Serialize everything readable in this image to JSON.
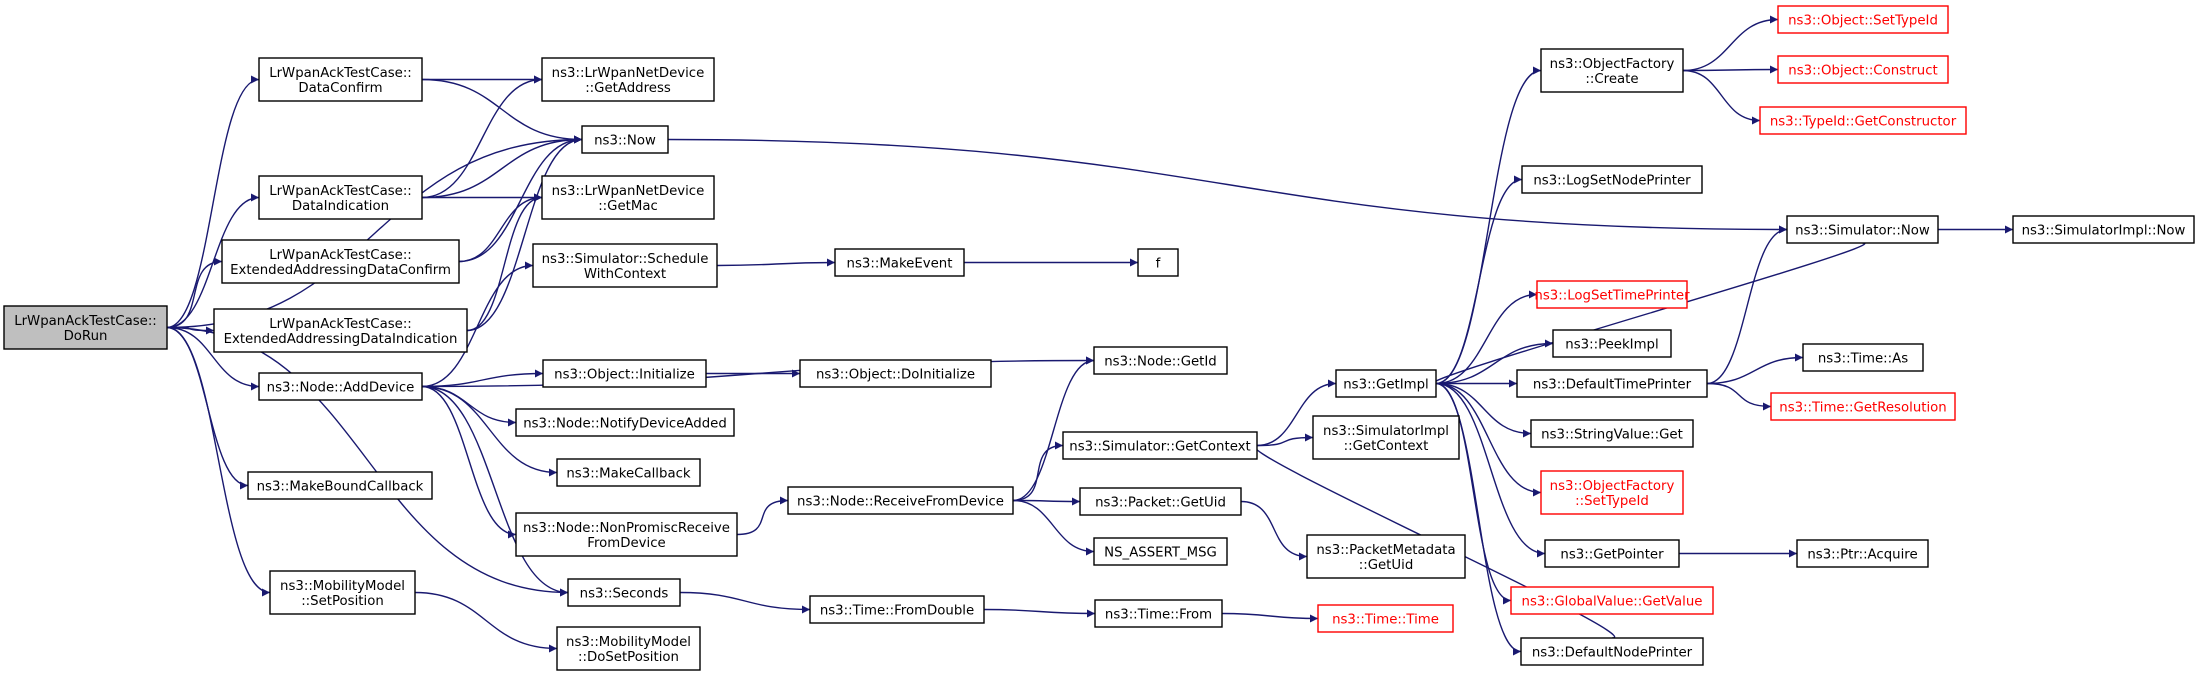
{
  "colors": {
    "edge": "#191970",
    "root_fill": "#bfbfbf",
    "truncated_border": "#ff0000",
    "node_border": "#000000"
  },
  "nodes": [
    {
      "id": "root",
      "lines": [
        "LrWpanAckTestCase::",
        "DoRun"
      ],
      "kind": "root"
    },
    {
      "id": "dataConfirm",
      "lines": [
        "LrWpanAckTestCase::",
        "DataConfirm"
      ]
    },
    {
      "id": "dataIndication",
      "lines": [
        "LrWpanAckTestCase::",
        "DataIndication"
      ]
    },
    {
      "id": "extConfirm",
      "lines": [
        "LrWpanAckTestCase::",
        "ExtendedAddressingDataConfirm"
      ]
    },
    {
      "id": "extIndication",
      "lines": [
        "LrWpanAckTestCase::",
        "ExtendedAddressingDataIndication"
      ]
    },
    {
      "id": "addDevice",
      "lines": [
        "ns3::Node::AddDevice"
      ]
    },
    {
      "id": "makeBound",
      "lines": [
        "ns3::MakeBoundCallback"
      ]
    },
    {
      "id": "setPosition",
      "lines": [
        "ns3::MobilityModel",
        "::SetPosition"
      ]
    },
    {
      "id": "getAddress",
      "lines": [
        "ns3::LrWpanNetDevice",
        "::GetAddress"
      ]
    },
    {
      "id": "now",
      "lines": [
        "ns3::Now"
      ]
    },
    {
      "id": "getMac",
      "lines": [
        "ns3::LrWpanNetDevice",
        "::GetMac"
      ]
    },
    {
      "id": "scheduleCtx",
      "lines": [
        "ns3::Simulator::Schedule",
        "WithContext"
      ]
    },
    {
      "id": "objInit",
      "lines": [
        "ns3::Object::Initialize"
      ]
    },
    {
      "id": "notify",
      "lines": [
        "ns3::Node::NotifyDeviceAdded"
      ]
    },
    {
      "id": "makeCallback",
      "lines": [
        "ns3::MakeCallback"
      ]
    },
    {
      "id": "nonPromisc",
      "lines": [
        "ns3::Node::NonPromiscReceive",
        "FromDevice"
      ]
    },
    {
      "id": "seconds",
      "lines": [
        "ns3::Seconds"
      ]
    },
    {
      "id": "doSetPos",
      "lines": [
        "ns3::MobilityModel",
        "::DoSetPosition"
      ]
    },
    {
      "id": "makeEvent",
      "lines": [
        "ns3::MakeEvent"
      ]
    },
    {
      "id": "f",
      "lines": [
        "f"
      ]
    },
    {
      "id": "doInit",
      "lines": [
        "ns3::Object::DoInitialize"
      ]
    },
    {
      "id": "receiveFrom",
      "lines": [
        "ns3::Node::ReceiveFromDevice"
      ]
    },
    {
      "id": "fromDouble",
      "lines": [
        "ns3::Time::FromDouble"
      ]
    },
    {
      "id": "getId",
      "lines": [
        "ns3::Node::GetId"
      ]
    },
    {
      "id": "simGetCtx",
      "lines": [
        "ns3::Simulator::GetContext"
      ]
    },
    {
      "id": "getUid",
      "lines": [
        "ns3::Packet::GetUid"
      ]
    },
    {
      "id": "assertMsg",
      "lines": [
        "NS_ASSERT_MSG"
      ]
    },
    {
      "id": "timeFrom",
      "lines": [
        "ns3::Time::From"
      ]
    },
    {
      "id": "implGetCtx",
      "lines": [
        "ns3::SimulatorImpl",
        "::GetContext"
      ]
    },
    {
      "id": "metaGetUid",
      "lines": [
        "ns3::PacketMetadata",
        "::GetUid"
      ]
    },
    {
      "id": "timeTime",
      "lines": [
        "ns3::Time::Time"
      ],
      "kind": "trunc"
    },
    {
      "id": "getImpl",
      "lines": [
        "ns3::GetImpl"
      ]
    },
    {
      "id": "ofCreate",
      "lines": [
        "ns3::ObjectFactory",
        "::Create"
      ]
    },
    {
      "id": "logNode",
      "lines": [
        "ns3::LogSetNodePrinter"
      ]
    },
    {
      "id": "logTime",
      "lines": [
        "ns3::LogSetTimePrinter"
      ],
      "kind": "trunc"
    },
    {
      "id": "peekImpl",
      "lines": [
        "ns3::PeekImpl"
      ]
    },
    {
      "id": "defTime",
      "lines": [
        "ns3::DefaultTimePrinter"
      ]
    },
    {
      "id": "strGet",
      "lines": [
        "ns3::StringValue::Get"
      ]
    },
    {
      "id": "ofSetType",
      "lines": [
        "ns3::ObjectFactory",
        "::SetTypeId"
      ],
      "kind": "trunc"
    },
    {
      "id": "getPointer",
      "lines": [
        "ns3::GetPointer"
      ]
    },
    {
      "id": "gvGet",
      "lines": [
        "ns3::GlobalValue::GetValue"
      ],
      "kind": "trunc"
    },
    {
      "id": "defNode",
      "lines": [
        "ns3::DefaultNodePrinter"
      ]
    },
    {
      "id": "objSetType",
      "lines": [
        "ns3::Object::SetTypeId"
      ],
      "kind": "trunc"
    },
    {
      "id": "objConstruct",
      "lines": [
        "ns3::Object::Construct"
      ],
      "kind": "trunc"
    },
    {
      "id": "typeCtor",
      "lines": [
        "ns3::TypeId::GetConstructor"
      ],
      "kind": "trunc"
    },
    {
      "id": "simNow",
      "lines": [
        "ns3::Simulator::Now"
      ]
    },
    {
      "id": "implNow",
      "lines": [
        "ns3::SimulatorImpl::Now"
      ]
    },
    {
      "id": "timeAs",
      "lines": [
        "ns3::Time::As"
      ]
    },
    {
      "id": "timeRes",
      "lines": [
        "ns3::Time::GetResolution"
      ],
      "kind": "trunc"
    },
    {
      "id": "ptrAcquire",
      "lines": [
        "ns3::Ptr::Acquire"
      ]
    }
  ],
  "edges": [
    [
      "root",
      "dataConfirm"
    ],
    [
      "root",
      "dataIndication"
    ],
    [
      "root",
      "extConfirm"
    ],
    [
      "root",
      "extIndication"
    ],
    [
      "root",
      "addDevice"
    ],
    [
      "root",
      "makeBound"
    ],
    [
      "root",
      "setPosition"
    ],
    [
      "root",
      "now"
    ],
    [
      "root",
      "seconds"
    ],
    [
      "dataConfirm",
      "getAddress"
    ],
    [
      "dataConfirm",
      "now"
    ],
    [
      "dataIndication",
      "getAddress"
    ],
    [
      "dataIndication",
      "now"
    ],
    [
      "dataIndication",
      "getMac"
    ],
    [
      "extConfirm",
      "now"
    ],
    [
      "extConfirm",
      "getMac"
    ],
    [
      "extIndication",
      "now"
    ],
    [
      "extIndication",
      "getMac"
    ],
    [
      "addDevice",
      "scheduleCtx"
    ],
    [
      "addDevice",
      "getId"
    ],
    [
      "addDevice",
      "objInit"
    ],
    [
      "addDevice",
      "notify"
    ],
    [
      "addDevice",
      "makeCallback"
    ],
    [
      "addDevice",
      "nonPromisc"
    ],
    [
      "addDevice",
      "seconds"
    ],
    [
      "setPosition",
      "doSetPos"
    ],
    [
      "now",
      "simNow"
    ],
    [
      "scheduleCtx",
      "makeEvent"
    ],
    [
      "makeEvent",
      "f"
    ],
    [
      "objInit",
      "doInit"
    ],
    [
      "nonPromisc",
      "receiveFrom"
    ],
    [
      "receiveFrom",
      "getId"
    ],
    [
      "receiveFrom",
      "simGetCtx"
    ],
    [
      "receiveFrom",
      "getUid"
    ],
    [
      "receiveFrom",
      "assertMsg"
    ],
    [
      "seconds",
      "fromDouble"
    ],
    [
      "fromDouble",
      "timeFrom"
    ],
    [
      "timeFrom",
      "timeTime"
    ],
    [
      "simGetCtx",
      "getImpl"
    ],
    [
      "simGetCtx",
      "implGetCtx"
    ],
    [
      "getUid",
      "metaGetUid"
    ],
    [
      "getImpl",
      "ofCreate"
    ],
    [
      "getImpl",
      "logNode"
    ],
    [
      "getImpl",
      "logTime"
    ],
    [
      "getImpl",
      "peekImpl"
    ],
    [
      "getImpl",
      "defTime"
    ],
    [
      "getImpl",
      "strGet"
    ],
    [
      "getImpl",
      "ofSetType"
    ],
    [
      "getImpl",
      "getPointer"
    ],
    [
      "getImpl",
      "gvGet"
    ],
    [
      "getImpl",
      "defNode"
    ],
    [
      "ofCreate",
      "objSetType"
    ],
    [
      "ofCreate",
      "objConstruct"
    ],
    [
      "ofCreate",
      "typeCtor"
    ],
    [
      "simNow",
      "getImpl"
    ],
    [
      "simNow",
      "implNow"
    ],
    [
      "defTime",
      "simNow"
    ],
    [
      "defTime",
      "timeAs"
    ],
    [
      "defTime",
      "timeRes"
    ],
    [
      "getPointer",
      "ptrAcquire"
    ],
    [
      "defNode",
      "simGetCtx"
    ]
  ]
}
